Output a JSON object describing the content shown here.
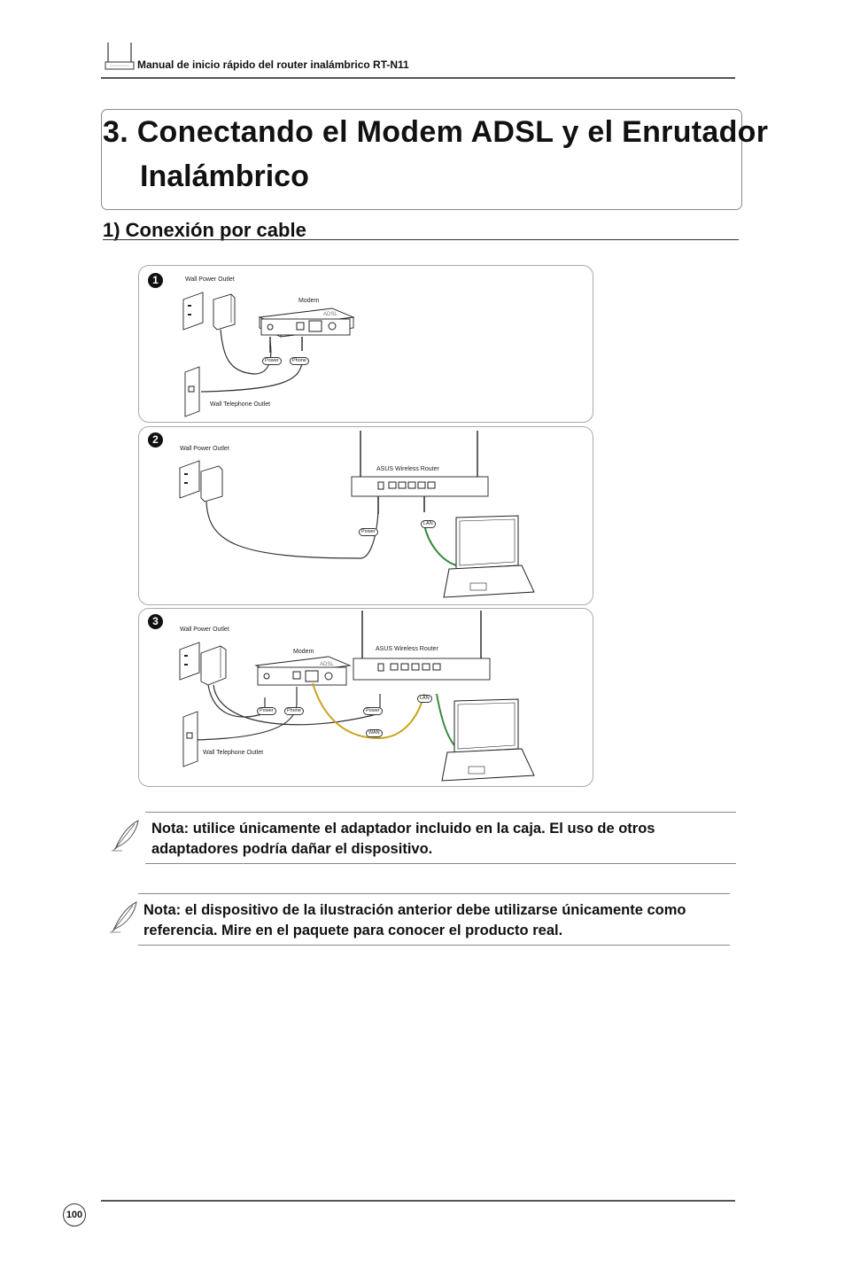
{
  "header": {
    "text": "Manual de inicio rápido del router inalámbrico RT-N11"
  },
  "title": {
    "line1": "3. Conectando el Modem ADSL y el Enrutador",
    "line2": "Inalámbrico"
  },
  "section": {
    "title": "1) Conexión por cable"
  },
  "diagram": {
    "panel1": {
      "number": "1",
      "wall_power_outlet": "Wall Power Outlet",
      "modem": "Modem",
      "modem_brand": "ADSL",
      "power_tag": "Power",
      "phone_tag": "Phone",
      "wall_telephone_outlet": "Wall Telephone Outlet"
    },
    "panel2": {
      "number": "2",
      "wall_power_outlet": "Wall Power Outlet",
      "router": "ASUS Wireless Router",
      "power_tag": "Power",
      "lan_tag": "LAN"
    },
    "panel3": {
      "number": "3",
      "wall_power_outlet": "Wall Power Outlet",
      "modem": "Modem",
      "modem_brand": "ADSL",
      "router": "ASUS Wireless Router",
      "power_tag": "Power",
      "phone_tag": "Phone",
      "router_power_tag": "Power",
      "lan_tag": "LAN",
      "wan_tag": "WAN",
      "wall_telephone_outlet": "Wall Telephone Outlet"
    }
  },
  "notes": [
    {
      "text": "Nota: utilice únicamente el adaptador incluido en la caja. El uso de otros adaptadores podría dañar el dispositivo."
    },
    {
      "text": "Nota: el dispositivo de la ilustración anterior debe utilizarse únicamente como referencia. Mire en el paquete para conocer el producto real."
    }
  ],
  "footer": {
    "page_number": "100"
  },
  "colors": {
    "lan_cable": "#3a8a3a",
    "wan_cable": "#c9a21a",
    "text": "#111111"
  }
}
